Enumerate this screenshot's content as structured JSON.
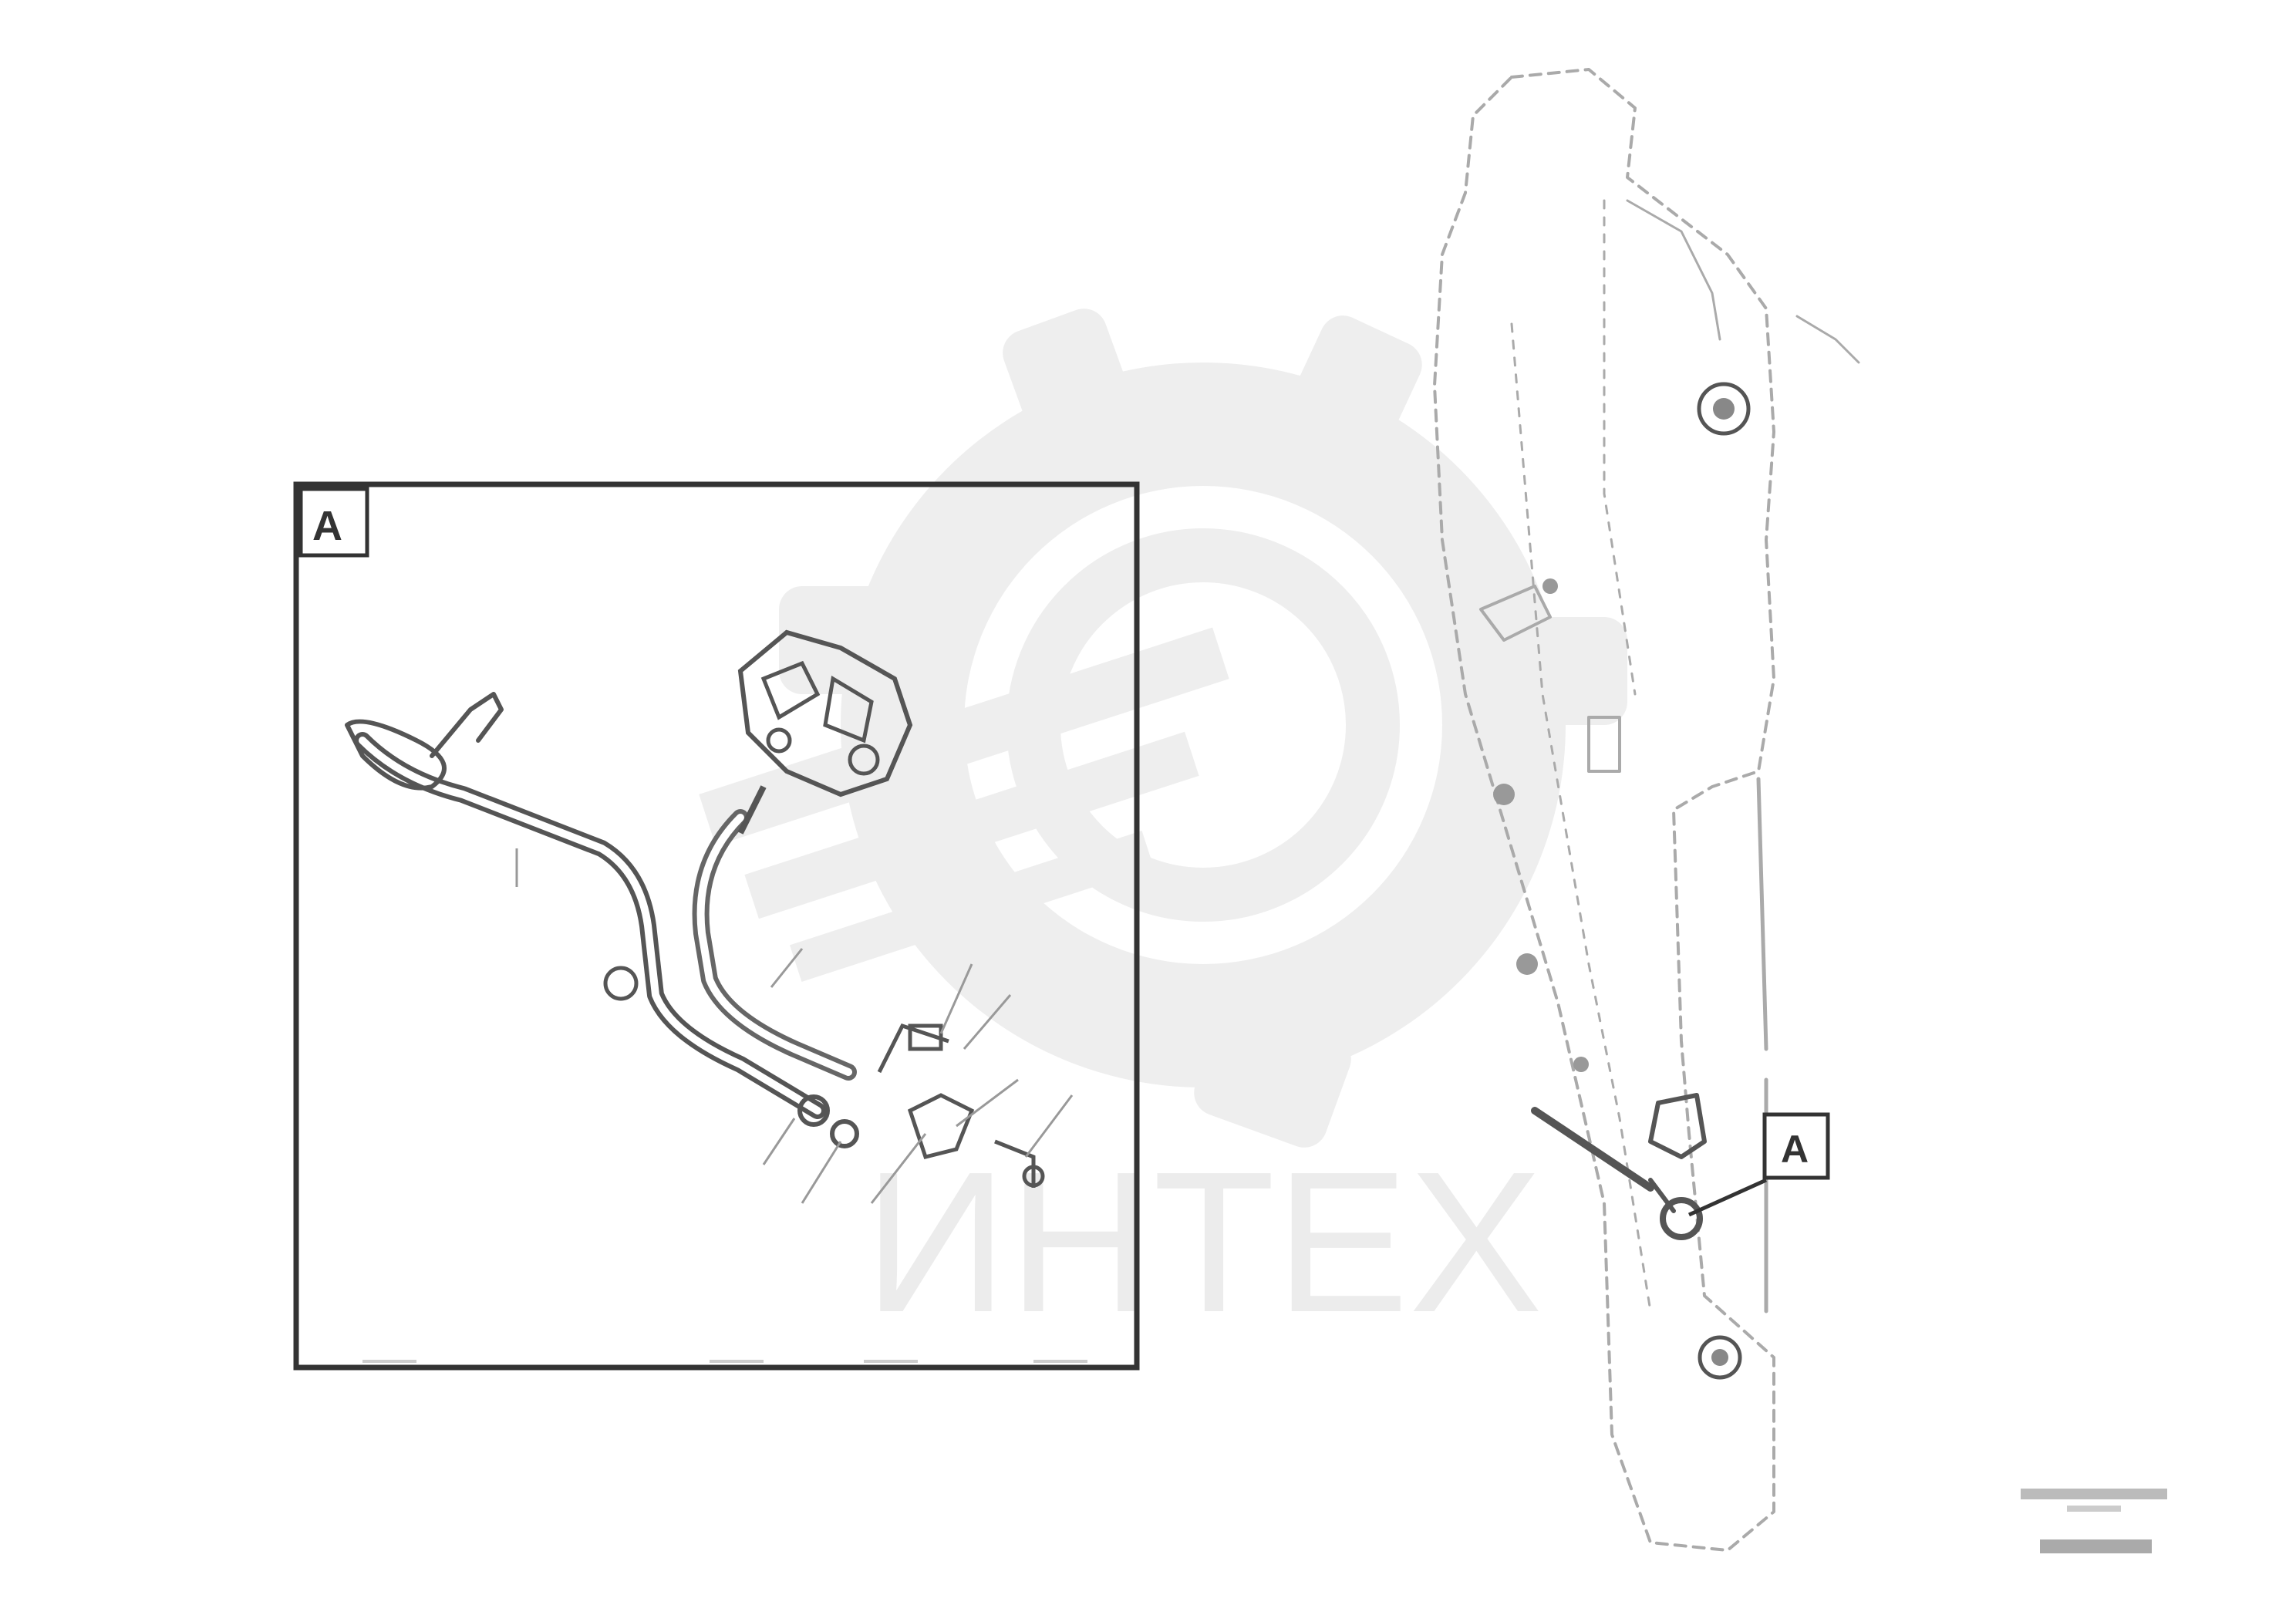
{
  "callouts": {
    "detail_label": "A",
    "view_label": "A"
  },
  "watermark": {
    "text": "ИНТЕХ",
    "color": "#e6e6e6"
  },
  "colors": {
    "line": "#555555",
    "faint_line": "#aaaaaa",
    "frame": "#333333",
    "background": "#ffffff"
  },
  "icons": {
    "watermark_logo": "gear-wrench-icon"
  }
}
